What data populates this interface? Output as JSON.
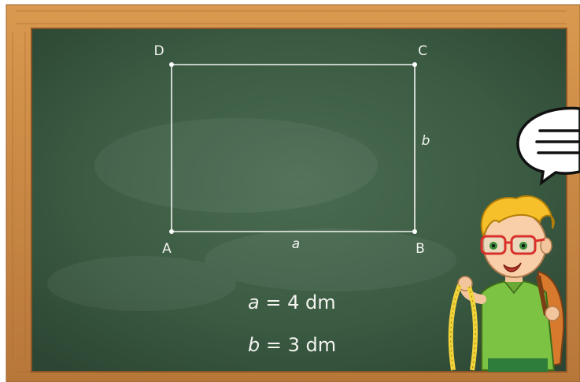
{
  "diagram": {
    "vertices": {
      "a": "A",
      "b": "B",
      "c": "C",
      "d": "D"
    },
    "sides": {
      "bottom": "a",
      "right": "b"
    },
    "equations": [
      {
        "var": "a",
        "rest": " = 4 dm"
      },
      {
        "var": "b",
        "rest": " = 3 dm"
      }
    ]
  },
  "colors": {
    "board": "#3a5a42",
    "frame": "#c98a45",
    "chalk": "#f3f3f0"
  },
  "icons": {
    "speech_bubble": "speech-bubble-icon",
    "character": "boy-with-measuring-tape"
  }
}
